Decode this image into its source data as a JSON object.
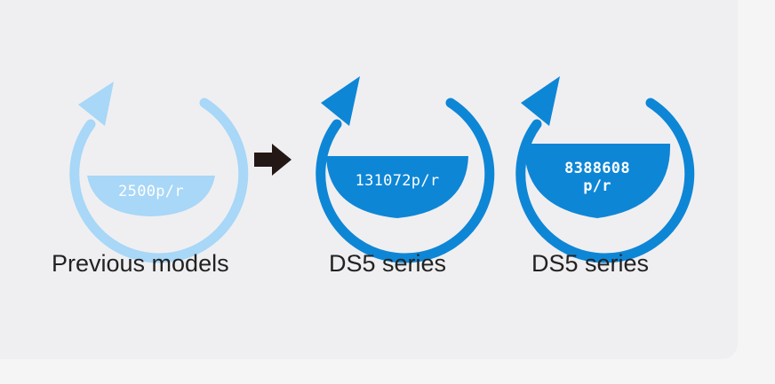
{
  "colors": {
    "light_blue": "#a8d7f7",
    "dark_blue": "#0e86d6",
    "arrow": "#231815",
    "background": "#efeff1"
  },
  "gauges": [
    {
      "value": "2500p/r",
      "caption": "Previous models",
      "color": "light",
      "icon": "rotation-arrow-icon"
    },
    {
      "value": "131072p/r",
      "caption": "DS5 series",
      "color": "dark",
      "icon": "rotation-arrow-icon"
    },
    {
      "value_line1": "8388608",
      "value_line2": "p/r",
      "caption": "DS5 series",
      "color": "dark",
      "icon": "rotation-arrow-icon"
    }
  ],
  "arrow_icon": "right-arrow-icon"
}
